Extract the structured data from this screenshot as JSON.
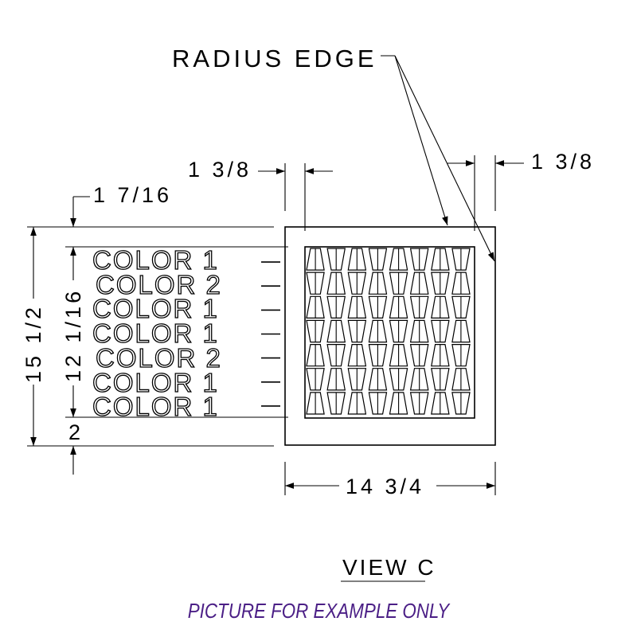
{
  "labels": {
    "radius_edge": "RADIUS EDGE",
    "border_left": "1 3/8",
    "border_right": "1 3/8",
    "top_offset": "1 7/16",
    "overall_height": "15 1/2",
    "pattern_height": "12 1/16",
    "bottom_offset": "2",
    "overall_width": "14 3/4",
    "view_title": "VIEW C"
  },
  "color_rows": [
    {
      "label": "COLOR 1"
    },
    {
      "label": "COLOR 2"
    },
    {
      "label": "COLOR 1"
    },
    {
      "label": "COLOR 1"
    },
    {
      "label": "COLOR 2"
    },
    {
      "label": "COLOR 1"
    },
    {
      "label": "COLOR 1"
    }
  ],
  "tile_grid": {
    "rows": 7,
    "columns": 8
  },
  "caption": "PICTURE FOR EXAMPLE ONLY",
  "colors": {
    "line": "#000000",
    "caption": "#4b1f86",
    "background": "#ffffff"
  }
}
